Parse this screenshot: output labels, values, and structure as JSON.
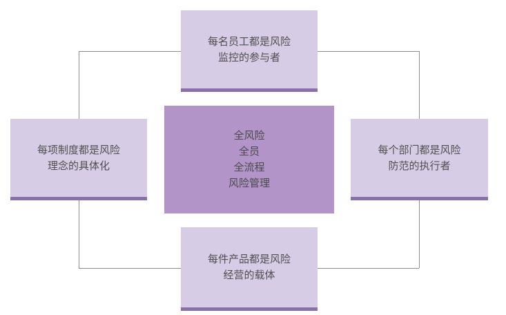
{
  "diagram": {
    "title_hint": "risk-management-concept-diagram",
    "center_node": {
      "lines": [
        "全风险",
        "全员",
        "全流程",
        "风险管理"
      ]
    },
    "top_node": {
      "lines": [
        "每名员工都是风险",
        "监控的参与者"
      ]
    },
    "left_node": {
      "lines": [
        "每项制度都是风险",
        "理念的具体化"
      ]
    },
    "right_node": {
      "lines": [
        "每个部门都是风险",
        "防范的执行者"
      ]
    },
    "bottom_node": {
      "lines": [
        "每件产品都是风险",
        "经营的载体"
      ]
    }
  },
  "colors": {
    "node_fill_light": "#d7cce5",
    "node_accent_strip": "#8b6faa",
    "center_fill": "#b294c8",
    "connector_line": "#8c8c8c",
    "text": "#4f4f4f",
    "background": "#ffffff"
  }
}
